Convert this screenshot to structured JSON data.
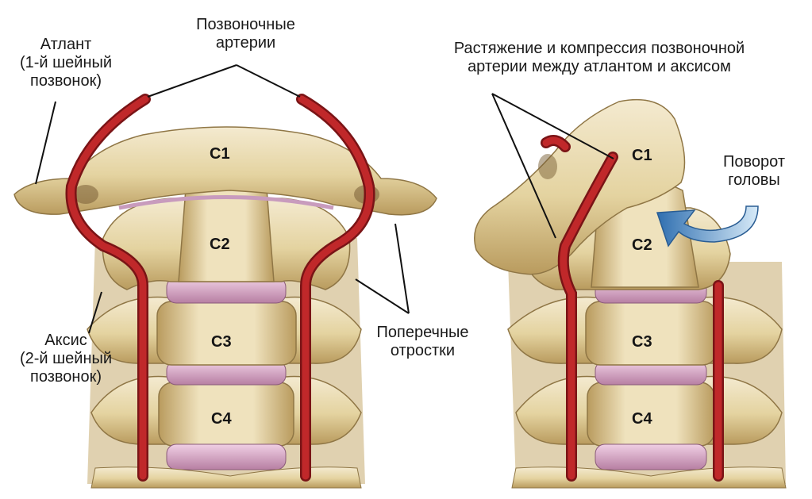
{
  "labels": {
    "atlas": [
      "Атлант",
      "(1-й шейный",
      "позвонок)"
    ],
    "arteries": [
      "Позвоночные",
      "артерии"
    ],
    "axis": [
      "Аксис",
      "(2-й шейный",
      "позвонок)"
    ],
    "transverse": [
      "Поперечные",
      "отростки"
    ],
    "compression": [
      "Растяжение и компрессия позвоночной",
      "артерии между атлантом и аксисом"
    ],
    "rotation": [
      "Поворот",
      "головы"
    ]
  },
  "vertebrae_left": [
    "C1",
    "C2",
    "C3",
    "C4"
  ],
  "vertebrae_right": [
    "C1",
    "C2",
    "C3",
    "C4"
  ],
  "colors": {
    "bone": "#e8d9a6",
    "bone_shadow": "#b89a5c",
    "disc": "#d9a6c6",
    "artery": "#c0282a",
    "arrow": "#3f86c4"
  }
}
